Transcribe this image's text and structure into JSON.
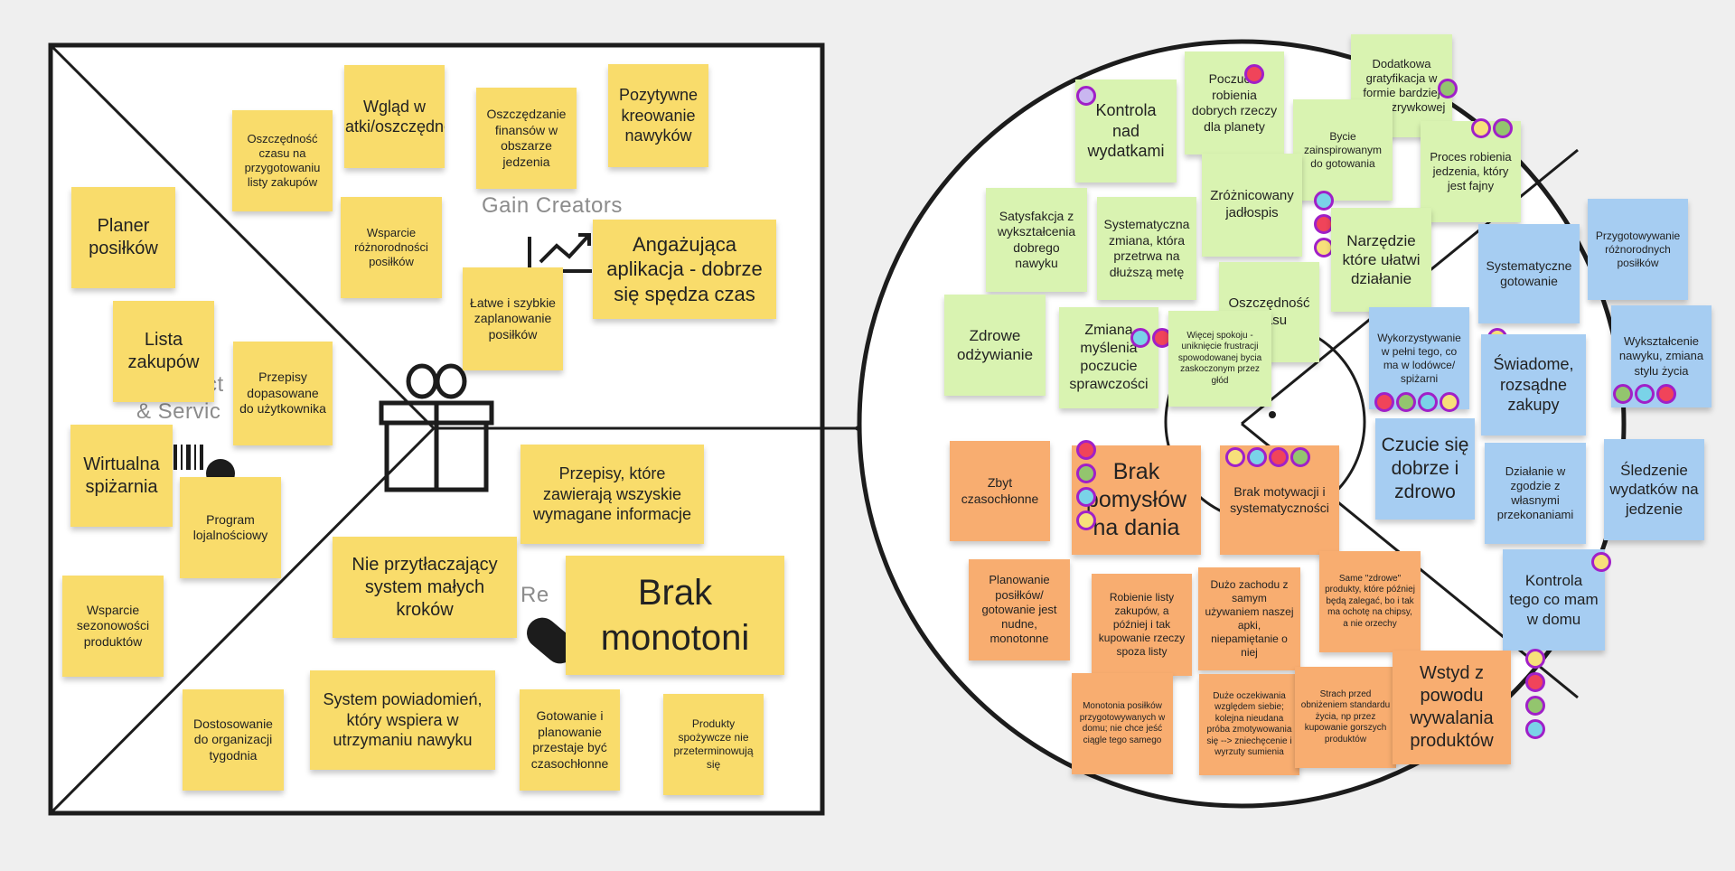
{
  "canvas": {
    "background": "#efefef",
    "sticky_colors": {
      "yellow": "#f9dc6b",
      "green": "#d9f3b1",
      "blue": "#a6cdf2",
      "orange": "#f8ad70"
    },
    "dot_border": "#a020c8"
  },
  "value_map": {
    "icons": [
      "gift-icon",
      "trending-up-icon",
      "barcode-icon",
      "pill-icon"
    ],
    "labels": {
      "gain_creators": "Gain Creators",
      "products_services_partial": "& Servic",
      "products_partial": "ct",
      "pain_relievers_partial": "n Re"
    },
    "products_services": [
      "Planer posiłków",
      "Lista zakupów",
      "Przepisy dopasowane do użytkownika",
      "Wirtualna spiżarnia",
      "Program lojalnościowy",
      "Wsparcie sezonowości produktów"
    ],
    "gain_creators": [
      "Oszczędność czasu na przygotowaniu listy zakupów",
      "Wgląd w wydatki/oszczędności",
      "Oszczędzanie finansów w obszarze jedzenia",
      "Pozytywne kreowanie nawyków",
      "Wsparcie różnorodności posiłków",
      "Łatwe i szybkie zaplanowanie posiłków",
      "Angażująca aplikacja - dobrze się spędza czas"
    ],
    "pain_relievers": [
      "Przepisy, które zawierają wszyskie wymagane informacje",
      "Nie przytłaczający system małych kroków",
      "Brak monotoni",
      "Dostosowanie do organizacji tygodnia",
      "System powiadomień, który wspiera w utrzymaniu nawyku",
      "Gotowanie i planowanie przestaje być czasochłonne",
      "Produkty spożywcze nie przeterminowują się"
    ]
  },
  "customer_profile": {
    "gains": [
      "Kontrola nad wydatkami",
      "Poczucie robienia dobrych rzeczy dla planety",
      "Dodatkowa gratyfikacja w formie bardziej fun, rozrywkowej",
      "Bycie zainspirowanym do gotowania",
      "Proces robienia jedzenia, który jest fajny",
      "Zróżnicowany jadłospis",
      "Satysfakcja z wykształcenia dobrego nawyku",
      "Systematyczna zmiana, która przetrwa na dłuższą metę",
      "Narzędzie które ułatwi działanie",
      "Oszczędność czasu",
      "Zdrowe odżywianie",
      "Zmiana myślenia poczucie sprawczości",
      "Więcej spokoju - uniknięcie frustracji spowodowanej bycia zaskoczonym przez głód"
    ],
    "jobs": [
      "Przygotowywanie różnorodnych posiłków",
      "Systematyczne gotowanie",
      "Wykorzystywanie w pełni tego, co ma w lodówce/ spiżarni",
      "Wykształcenie nawyku, zmiana stylu życia",
      "Świadome, rozsądne zakupy",
      "Czucie się dobrze i zdrowo",
      "Działanie w zgodzie z własnymi przekonaniami",
      "Śledzenie wydatków na jedzenie",
      "Kontrola tego co mam w domu"
    ],
    "pains": [
      "Zbyt czasochłonne",
      "Brak pomysłów na dania",
      "Brak motywacji i systematyczności",
      "Planowanie posiłków/ gotowanie jest nudne, monotonne",
      "Robienie listy zakupów, a później i tak kupowanie rzeczy spoza listy",
      "Dużo zachodu z samym używaniem naszej apki, niepamiętanie o niej",
      "Same \"zdrowe\" produkty, które później będą zalegać, bo i tak ma ochotę na chipsy, a nie orzechy",
      "Monotonia posiłków przygotowywanych w domu; nie chce jeść ciągle tego samego",
      "Duże oczekiwania względem siebie; kolejna nieudana próba zmotywowania się --> zniechęcenie i wyrzuty sumienia",
      "Strach przed obniżeniem standardu życia, np przez kupowanie gorszych produktów",
      "Wstyd z powodu wywalania produktów"
    ]
  },
  "notes": [
    {
      "section": "products",
      "color": "yellow",
      "text": "Planer posiłków",
      "fs": 20,
      "dots": []
    },
    {
      "section": "products",
      "color": "yellow",
      "text": "Lista zakupów",
      "fs": 20,
      "dots": []
    },
    {
      "section": "products",
      "color": "yellow",
      "text": "Przepisy dopasowane do użytkownika",
      "fs": 14,
      "dots": []
    },
    {
      "section": "products",
      "color": "yellow",
      "text": "Wirtualna spiżarnia",
      "fs": 20,
      "dots": []
    },
    {
      "section": "products",
      "color": "yellow",
      "text": "Program lojalnościowy",
      "fs": 14,
      "dots": []
    },
    {
      "section": "products",
      "color": "yellow",
      "text": "Wsparcie sezonowości produktów",
      "fs": 14,
      "dots": []
    },
    {
      "section": "gain-creators",
      "color": "yellow",
      "text": "Oszczędność czasu na przygotowaniu listy zakupów",
      "fs": 13,
      "dots": []
    },
    {
      "section": "gain-creators",
      "color": "yellow",
      "text": "Wgląd w wydatki/oszczędności",
      "fs": 18,
      "dots": []
    },
    {
      "section": "gain-creators",
      "color": "yellow",
      "text": "Oszczędzanie finansów w obszarze jedzenia",
      "fs": 14,
      "dots": []
    },
    {
      "section": "gain-creators",
      "color": "yellow",
      "text": "Pozytywne kreowanie nawyków",
      "fs": 18,
      "dots": []
    },
    {
      "section": "gain-creators",
      "color": "yellow",
      "text": "Wsparcie różnorodności posiłków",
      "fs": 13,
      "dots": []
    },
    {
      "section": "gain-creators",
      "color": "yellow",
      "text": "Łatwe i szybkie zaplanowanie posiłków",
      "fs": 14,
      "dots": []
    },
    {
      "section": "gain-creators",
      "color": "yellow",
      "text": "Angażująca aplikacja - dobrze się spędza czas",
      "fs": 22,
      "dots": []
    },
    {
      "section": "pain-relievers",
      "color": "yellow",
      "text": "Przepisy, które zawierają wszyskie wymagane informacje",
      "fs": 18,
      "dots": []
    },
    {
      "section": "pain-relievers",
      "color": "yellow",
      "text": "Nie przytłaczający system małych kroków",
      "fs": 20,
      "dots": []
    },
    {
      "section": "pain-relievers",
      "color": "yellow",
      "text": "Brak monotoni",
      "fs": 40,
      "dots": []
    },
    {
      "section": "pain-relievers",
      "color": "yellow",
      "text": "Dostosowanie do organizacji tygodnia",
      "fs": 14,
      "dots": []
    },
    {
      "section": "pain-relievers",
      "color": "yellow",
      "text": "System powiadomień, który wspiera w utrzymaniu nawyku",
      "fs": 18,
      "dots": []
    },
    {
      "section": "pain-relievers",
      "color": "yellow",
      "text": "Gotowanie i planowanie przestaje być czasochłonne",
      "fs": 14,
      "dots": []
    },
    {
      "section": "pain-relievers",
      "color": "yellow",
      "text": "Produkty spożywcze nie przeterminowują się",
      "fs": 12,
      "dots": []
    },
    {
      "section": "gains",
      "color": "green",
      "text": "Kontrola nad wydatkami",
      "fs": 18,
      "dots": [
        "#c9b6f0"
      ]
    },
    {
      "section": "gains",
      "color": "green",
      "text": "Poczucie robienia dobrych rzeczy dla planety",
      "fs": 14,
      "dots": [
        "#f0445a"
      ]
    },
    {
      "section": "gains",
      "color": "green",
      "text": "Dodatkowa gratyfikacja w formie bardziej fun, rozrywkowej",
      "fs": 13,
      "dots": [
        "#93c56e"
      ]
    },
    {
      "section": "gains",
      "color": "green",
      "text": "Bycie zainspirowanym do gotowania",
      "fs": 12,
      "dots": []
    },
    {
      "section": "gains",
      "color": "green",
      "text": "Proces robienia jedzenia, który jest fajny",
      "fs": 13,
      "dots": [
        "#f7e07a",
        "#93c56e"
      ]
    },
    {
      "section": "gains",
      "color": "green",
      "text": "Zróżnicowany jadłospis",
      "fs": 15,
      "dots": [
        "#7ad3e8",
        "#f0445a",
        "#f7e07a"
      ]
    },
    {
      "section": "gains",
      "color": "green",
      "text": "Satysfakcja z wykształcenia dobrego nawyku",
      "fs": 14,
      "dots": []
    },
    {
      "section": "gains",
      "color": "green",
      "text": "Systematyczna zmiana, która przetrwa na dłuższą metę",
      "fs": 14,
      "dots": []
    },
    {
      "section": "gains",
      "color": "green",
      "text": "Narzędzie które ułatwi działanie",
      "fs": 17,
      "dots": [
        "#93c56e"
      ]
    },
    {
      "section": "gains",
      "color": "green",
      "text": "Oszczędność czasu",
      "fs": 15,
      "dots": [
        "#f7e07a"
      ]
    },
    {
      "section": "gains",
      "color": "green",
      "text": "Zdrowe odżywianie",
      "fs": 17,
      "dots": []
    },
    {
      "section": "gains",
      "color": "green",
      "text": "Zmiana myślenia poczucie sprawczości",
      "fs": 16,
      "dots": [
        "#7ad3e8",
        "#f0445a",
        "#93c56e"
      ]
    },
    {
      "section": "gains",
      "color": "green",
      "text": "Więcej spokoju - uniknięcie frustracji spowodowanej bycia zaskoczonym przez głód",
      "fs": 10,
      "dots": []
    },
    {
      "section": "jobs",
      "color": "blue",
      "text": "Przygotowywanie różnorodnych posiłków",
      "fs": 12,
      "dots": []
    },
    {
      "section": "jobs",
      "color": "blue",
      "text": "Systematyczne gotowanie",
      "fs": 14,
      "dots": [
        "#f7e07a"
      ]
    },
    {
      "section": "jobs",
      "color": "blue",
      "text": "Wykorzystywanie w pełni tego, co ma w lodówce/ spiżarni",
      "fs": 12,
      "dots": [
        "#f0445a",
        "#93c56e",
        "#7ad3e8",
        "#f7e07a"
      ]
    },
    {
      "section": "jobs",
      "color": "blue",
      "text": "Wykształcenie nawyku, zmiana stylu życia",
      "fs": 13,
      "dots": [
        "#93c56e",
        "#7ad3e8",
        "#f0445a"
      ]
    },
    {
      "section": "jobs",
      "color": "blue",
      "text": "Świadome, rozsądne zakupy",
      "fs": 18,
      "dots": [
        "#f7e07a",
        "#f0445a",
        "#93c56e",
        "#7ad3e8"
      ]
    },
    {
      "section": "jobs",
      "color": "blue",
      "text": "Czucie się dobrze i zdrowo",
      "fs": 21,
      "dots": []
    },
    {
      "section": "jobs",
      "color": "blue",
      "text": "Działanie w zgodzie z własnymi przekonaniami",
      "fs": 13,
      "dots": []
    },
    {
      "section": "jobs",
      "color": "blue",
      "text": "Śledzenie wydatków na jedzenie",
      "fs": 17,
      "dots": []
    },
    {
      "section": "jobs",
      "color": "blue",
      "text": "Kontrola tego co mam w domu",
      "fs": 17,
      "dots": [
        "#f7e07a"
      ]
    },
    {
      "section": "pains",
      "color": "orange",
      "text": "Zbyt czasochłonne",
      "fs": 14,
      "dots": []
    },
    {
      "section": "pains",
      "color": "orange",
      "text": "Brak pomysłów na dania",
      "fs": 25,
      "dots": [
        "#f0445a",
        "#93c56e",
        "#7ad3e8",
        "#f7e07a"
      ]
    },
    {
      "section": "pains",
      "color": "orange",
      "text": "Brak motywacji i systematyczności",
      "fs": 14,
      "dots": [
        "#f7e07a",
        "#7ad3e8",
        "#f0445a",
        "#93c56e"
      ]
    },
    {
      "section": "pains",
      "color": "orange",
      "text": "Planowanie posiłków/ gotowanie jest nudne, monotonne",
      "fs": 13,
      "dots": []
    },
    {
      "section": "pains",
      "color": "orange",
      "text": "Robienie listy zakupów, a później i tak kupowanie rzeczy spoza listy",
      "fs": 12,
      "dots": []
    },
    {
      "section": "pains",
      "color": "orange",
      "text": "Dużo zachodu z samym używaniem naszej apki, niepamiętanie o niej",
      "fs": 12,
      "dots": []
    },
    {
      "section": "pains",
      "color": "orange",
      "text": "Same \"zdrowe\" produkty, które później będą zalegać, bo i tak ma ochotę na chipsy, a nie orzechy",
      "fs": 10,
      "dots": []
    },
    {
      "section": "pains",
      "color": "orange",
      "text": "Monotonia posiłków przygotowywanych w domu; nie chce jeść ciągle tego samego",
      "fs": 10,
      "dots": []
    },
    {
      "section": "pains",
      "color": "orange",
      "text": "Duże oczekiwania względem siebie; kolejna nieudana próba zmotywowania się --> zniechęcenie i wyrzuty sumienia",
      "fs": 10,
      "dots": []
    },
    {
      "section": "pains",
      "color": "orange",
      "text": "Strach przed obniżeniem standardu życia, np przez kupowanie gorszych produktów",
      "fs": 10,
      "dots": []
    },
    {
      "section": "pains",
      "color": "orange",
      "text": "Wstyd z powodu wywalania produktów",
      "fs": 20,
      "dots": [
        "#f7e07a",
        "#f0445a",
        "#93c56e",
        "#7ad3e8"
      ]
    }
  ]
}
